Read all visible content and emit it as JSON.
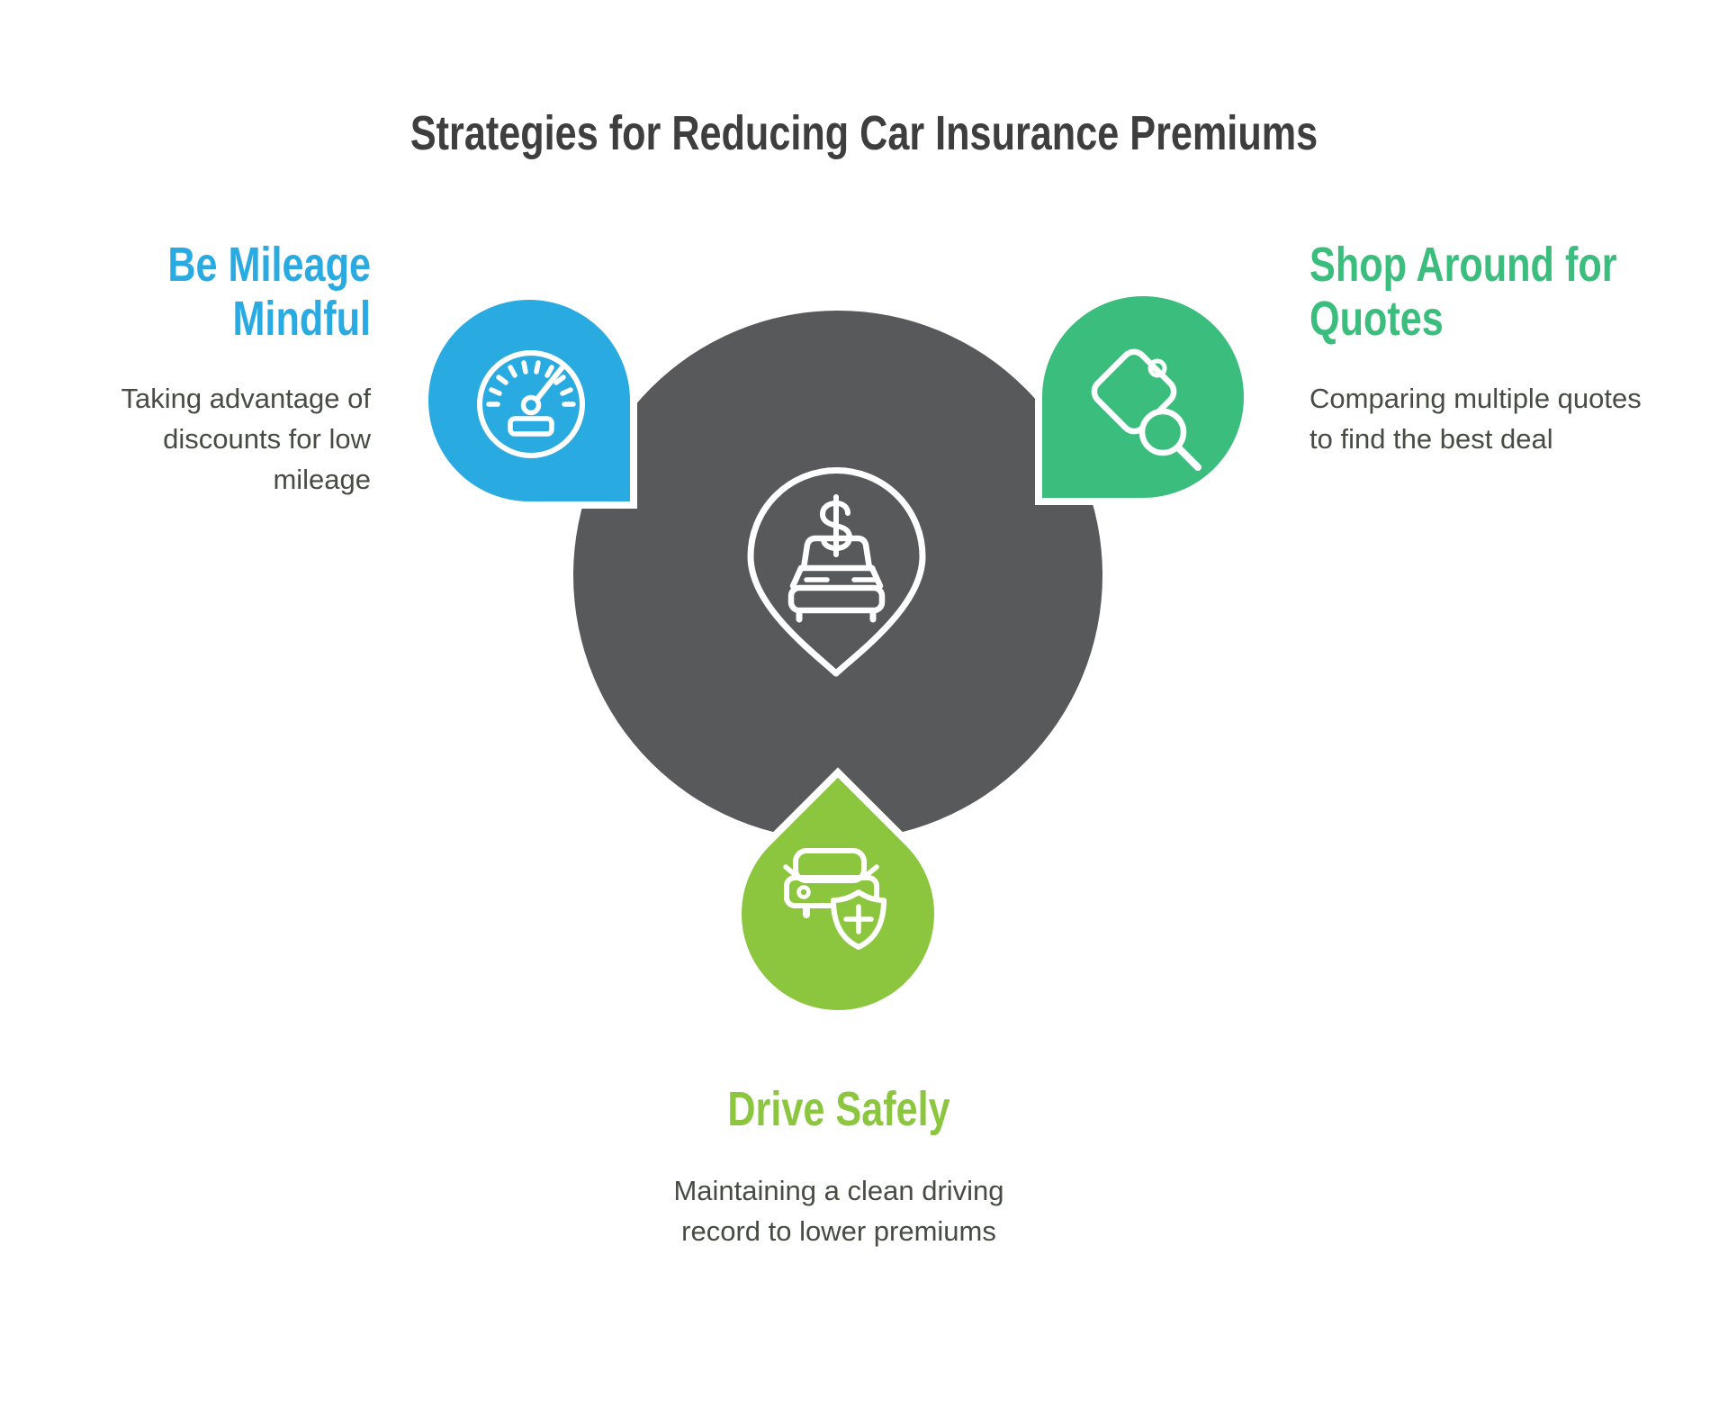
{
  "title": "Strategies for Reducing Car Insurance Premiums",
  "colors": {
    "blue_accent": "#29ABE2",
    "green_accent": "#3BBD7D",
    "lime_accent": "#8CC63F",
    "center_circle_gray": "#58595B",
    "title_text": "#3E3E3E",
    "body_text": "#474C43",
    "icon_stroke": "#FFFFFF"
  },
  "center": {
    "icon": "car-dollar-pin-icon"
  },
  "sections": {
    "mileage": {
      "heading": "Be Mileage Mindful",
      "description": "Taking advantage of discounts for low mileage",
      "icon": "speedometer-icon",
      "accent": "#29ABE2"
    },
    "shop": {
      "heading": "Shop Around for Quotes",
      "description": "Comparing multiple quotes to find the best deal",
      "icon": "price-tag-search-icon",
      "accent": "#3BBD7D"
    },
    "drive": {
      "heading": "Drive Safely",
      "description": "Maintaining a clean driving record to lower premiums",
      "icon": "car-shield-plus-icon",
      "accent": "#8CC63F"
    }
  }
}
